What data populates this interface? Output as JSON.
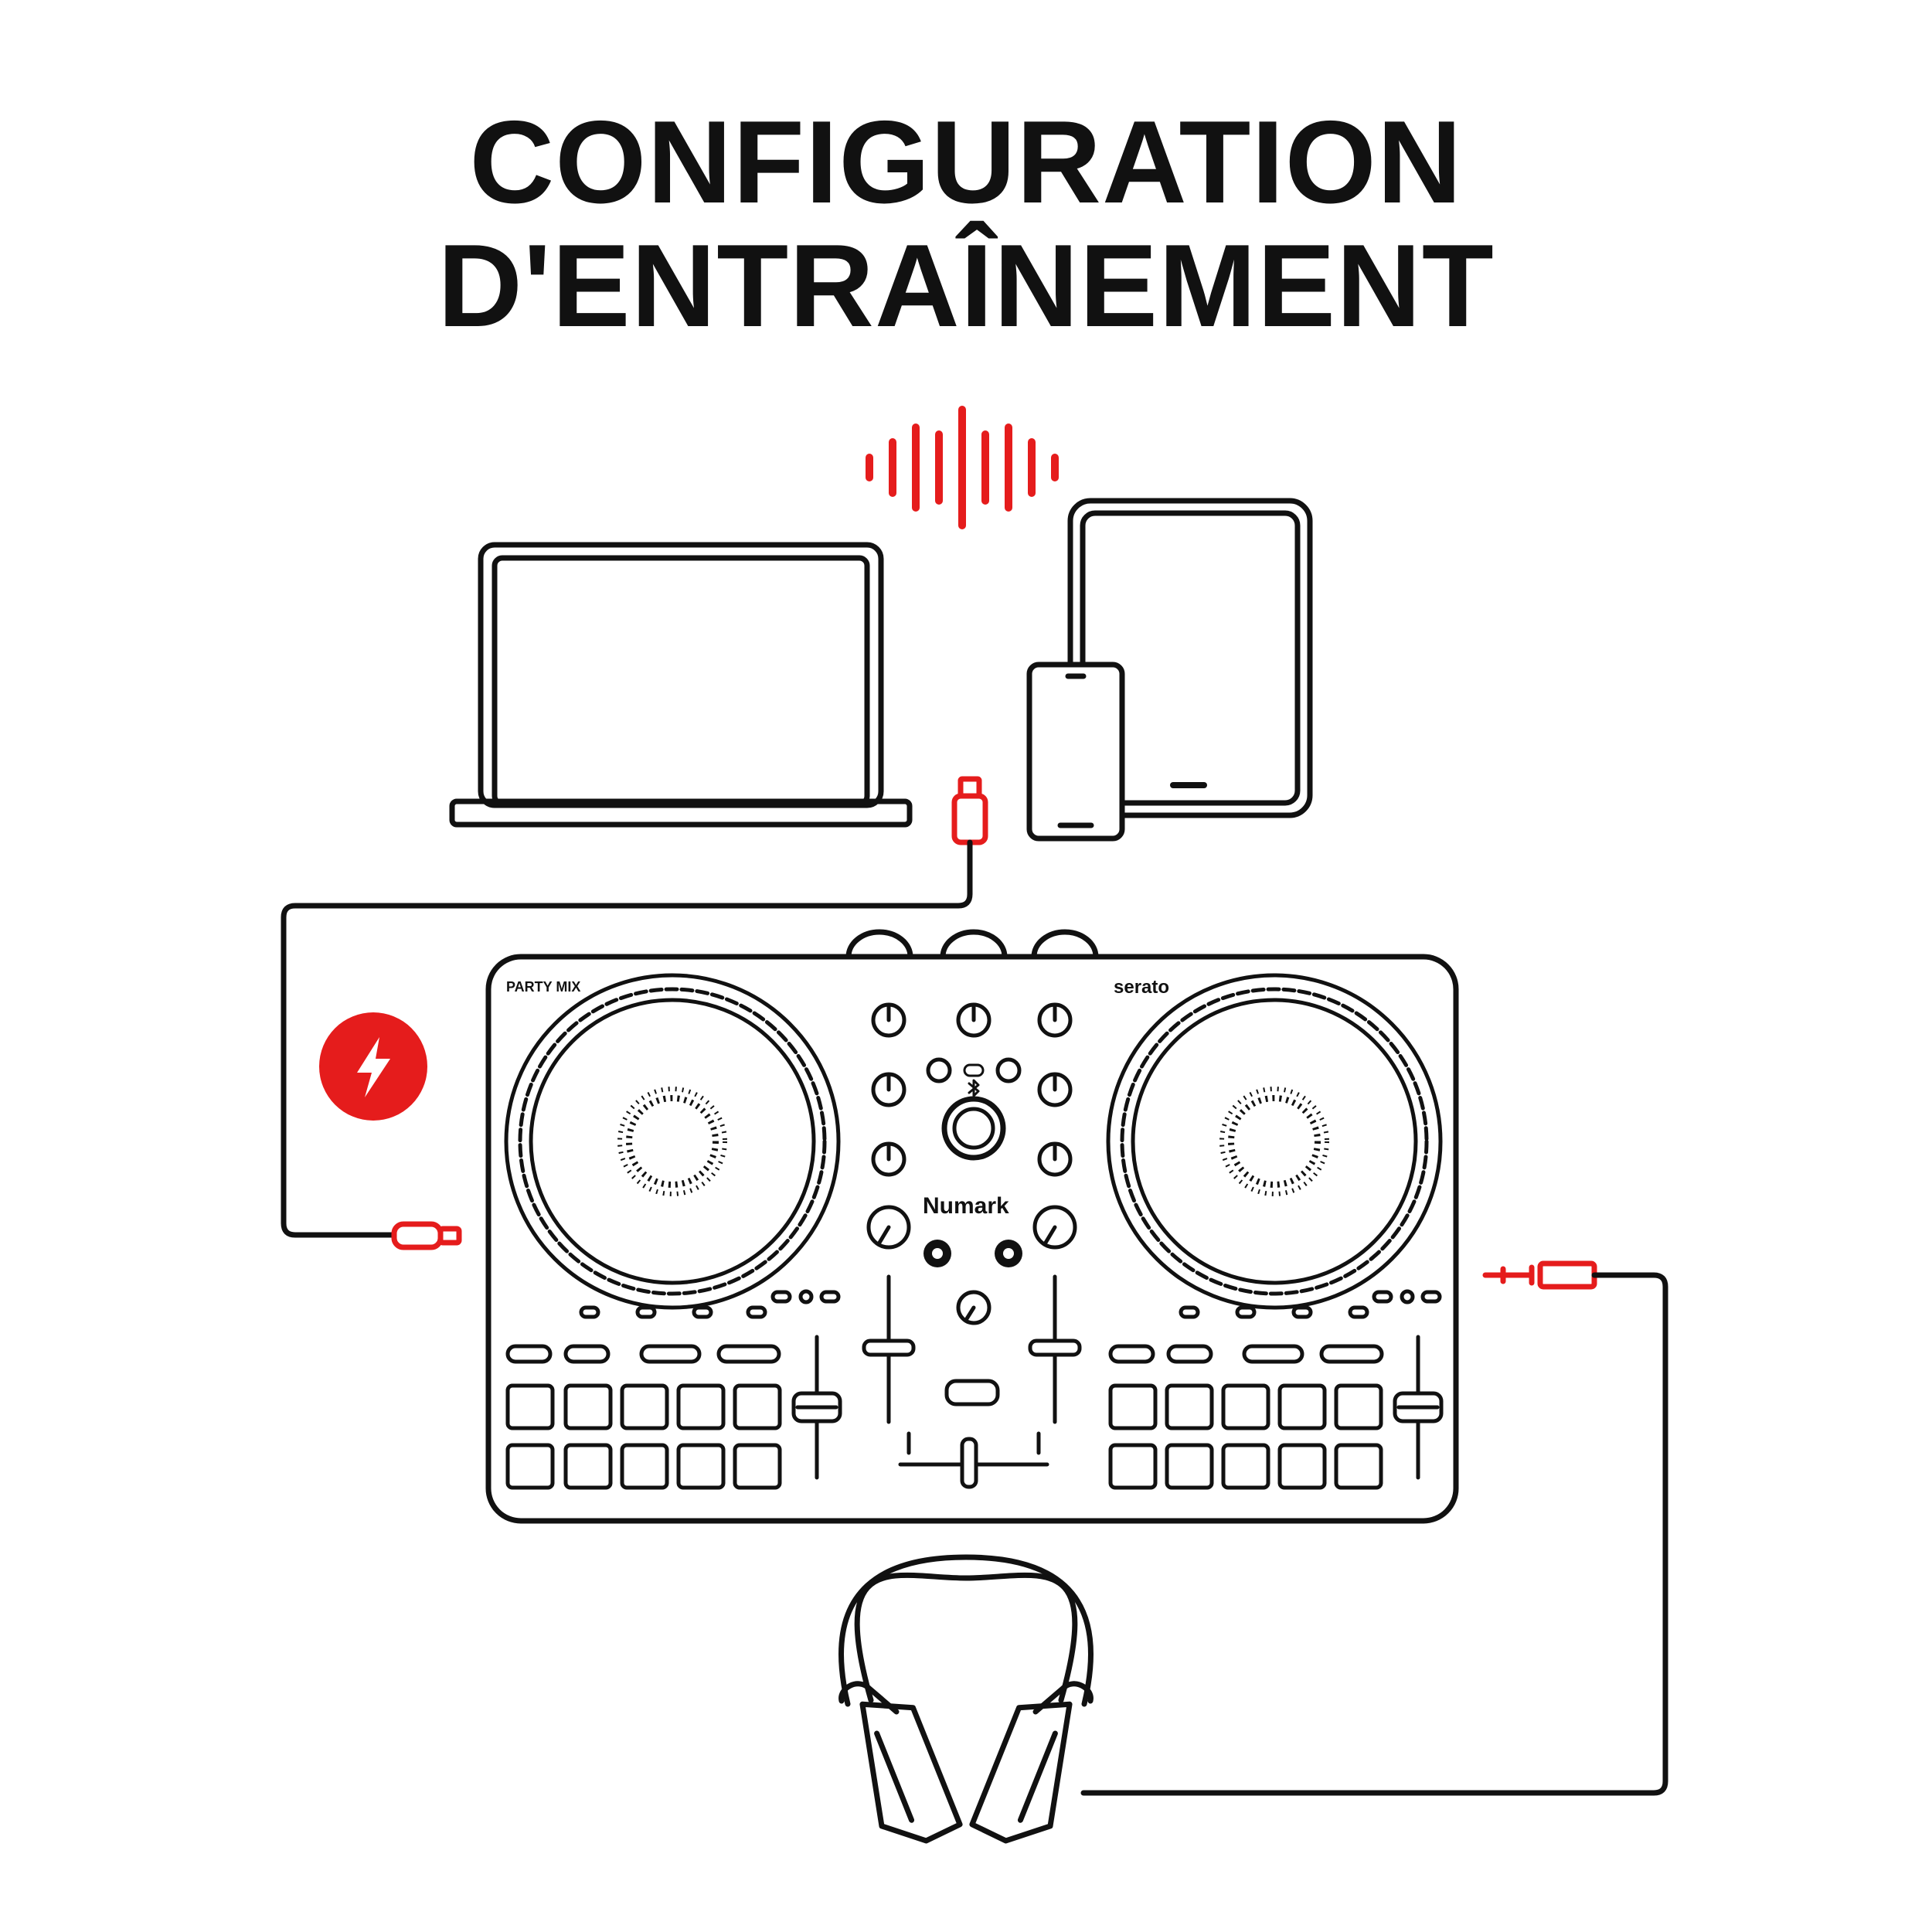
{
  "title": {
    "line1": "CONFIGURATION",
    "line2": "D'ENTRAÎNEMENT"
  },
  "controller": {
    "model_label": "PARTY MIX",
    "software_label": "serato",
    "brand_label": "Numark"
  },
  "colors": {
    "ink": "#111111",
    "accent": "#e51c1c",
    "background": "#ffffff"
  },
  "icons": [
    "sound-wave-icon",
    "laptop-icon",
    "tablet-icon",
    "smartphone-icon",
    "usb-a-plug-icon",
    "power-bolt-icon",
    "usb-c-plug-icon",
    "audio-jack-icon",
    "headphones-icon",
    "bluetooth-icon"
  ]
}
